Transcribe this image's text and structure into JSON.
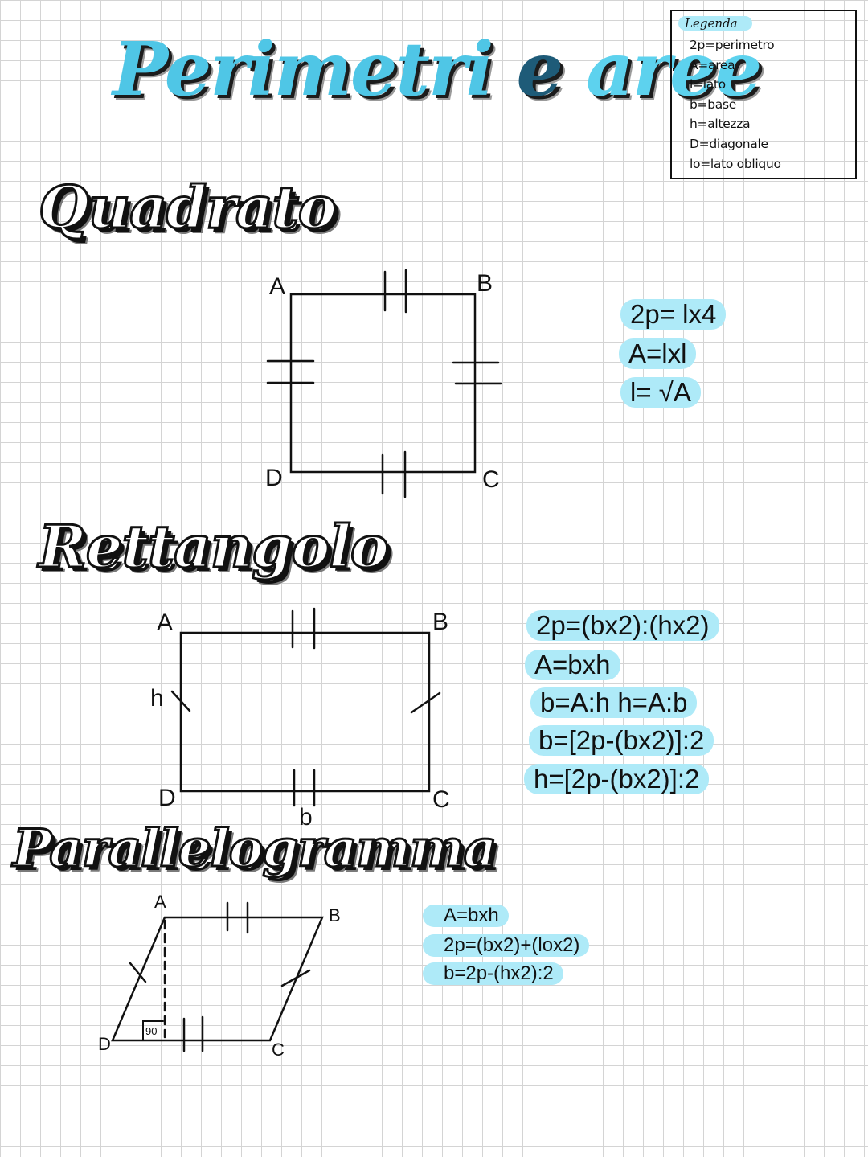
{
  "title": {
    "part1": "Perimetri",
    "part2": "e",
    "part3": "aree"
  },
  "legend": {
    "title": "Legenda",
    "items": [
      "2p=perimetro",
      "A=area",
      "l=lato",
      "b=base",
      "h=altezza",
      "D=diagonale",
      "lo=lato obliquo"
    ]
  },
  "sections": {
    "square": {
      "title": "Quadrato",
      "vertices": {
        "a": "A",
        "b": "B",
        "c": "C",
        "d": "D"
      },
      "formulas": [
        "2p= lx4",
        "A=lxl",
        "l= √A"
      ]
    },
    "rectangle": {
      "title": "Rettangolo",
      "vertices": {
        "a": "A",
        "b": "B",
        "c": "C",
        "d": "D"
      },
      "side_labels": {
        "height": "h",
        "base": "b"
      },
      "formulas": [
        "2p=(bx2):(hx2)",
        "A=bxh",
        "b=A:h  h=A:b",
        "b=[2p-(bx2)]:2",
        "h=[2p-(bx2)]:2"
      ]
    },
    "parallelogram": {
      "title": "Parallelogramma",
      "vertices": {
        "a": "A",
        "b": "B",
        "c": "C",
        "d": "D"
      },
      "angle_label": "90",
      "formulas": [
        "A=bxh",
        "2p=(bx2)+(lox2)",
        "b=2p-(hx2):2"
      ]
    }
  }
}
